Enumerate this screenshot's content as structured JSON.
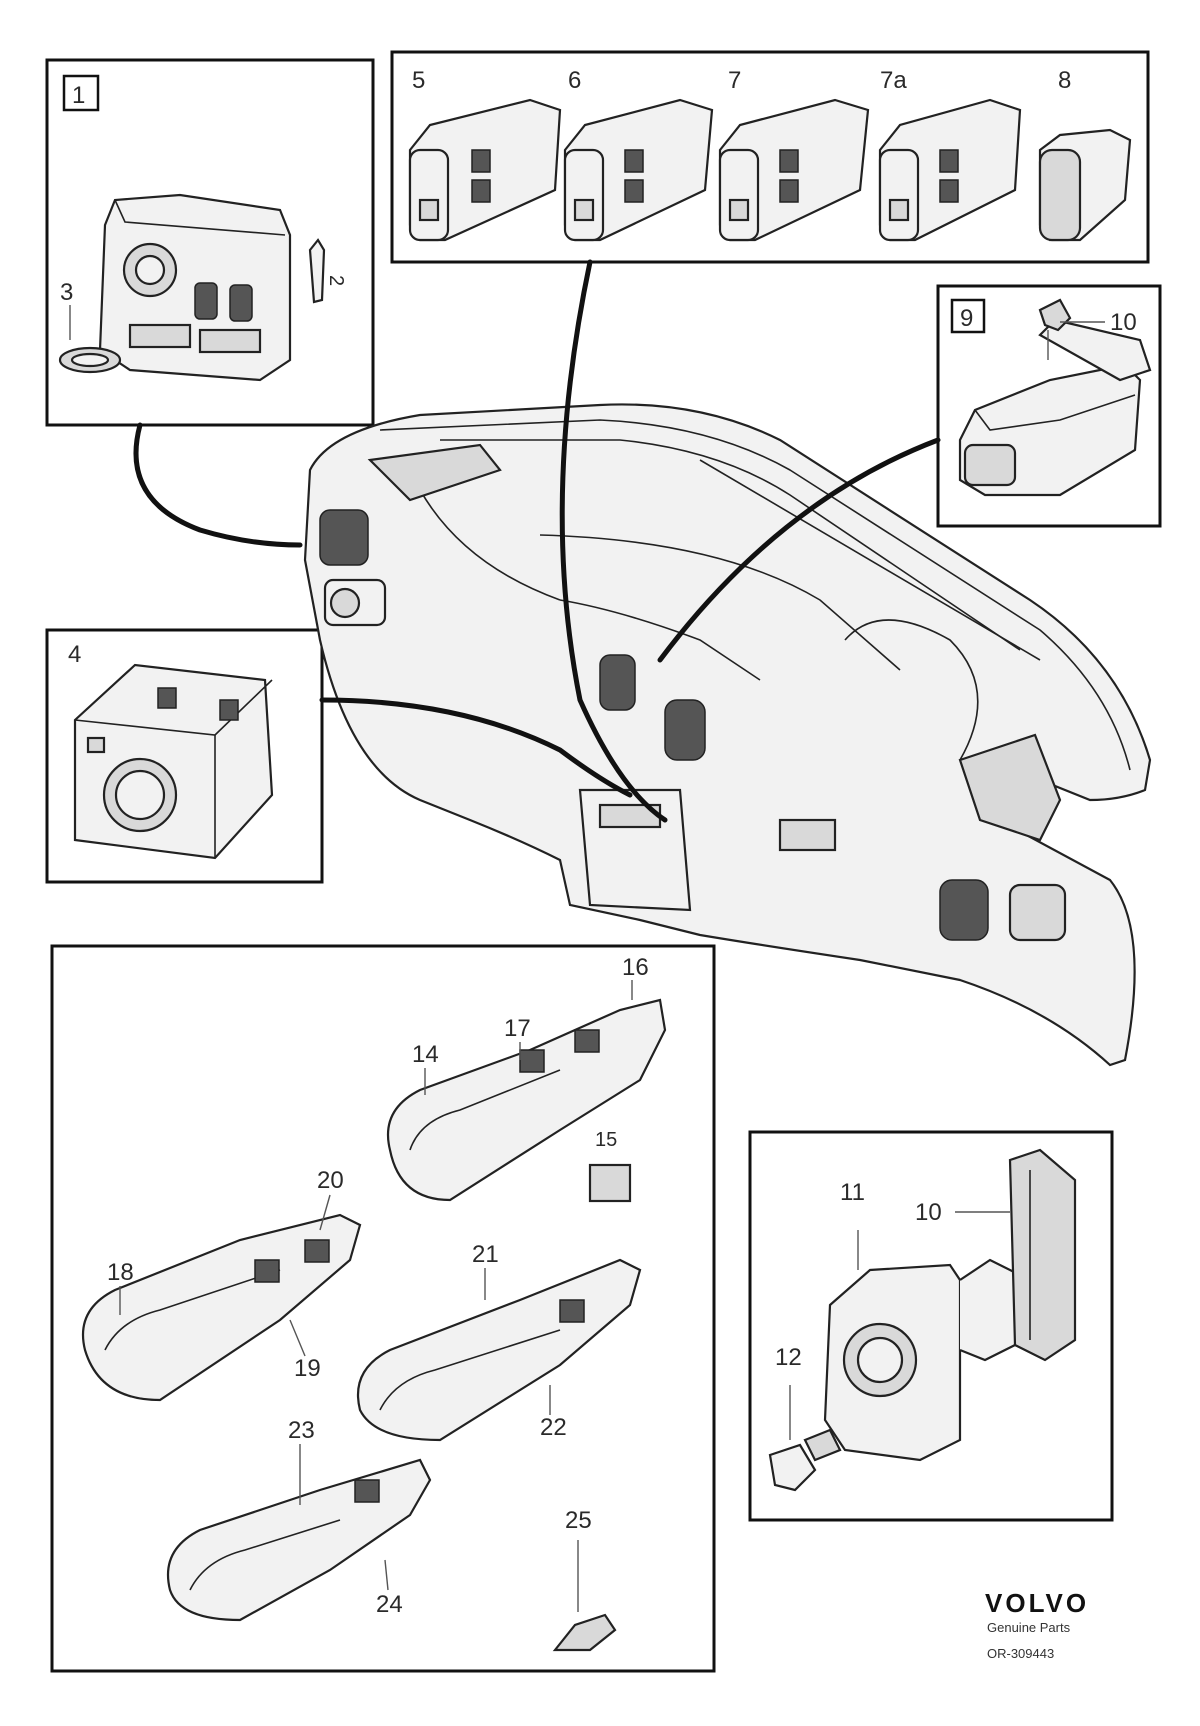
{
  "callouts": {
    "c1": "1",
    "c3": "3",
    "c2": "2",
    "c4": "4",
    "c5": "5",
    "c6": "6",
    "c7": "7",
    "c7a": "7a",
    "c8": "8",
    "c9": "9",
    "c10a": "10",
    "c11": "11",
    "c10b": "10",
    "c12": "12",
    "c14": "14",
    "c15": "15",
    "c16": "16",
    "c17": "17",
    "c18": "18",
    "c19": "19",
    "c20": "20",
    "c21": "21",
    "c22": "22",
    "c23": "23",
    "c24": "24",
    "c25": "25"
  },
  "brand": {
    "logo": "VOLVO",
    "subtitle": "Genuine Parts",
    "code": "OR-309443"
  },
  "colors": {
    "line": "#111111",
    "fill": "#f2f2f2",
    "shade": "#d9d9d9"
  }
}
